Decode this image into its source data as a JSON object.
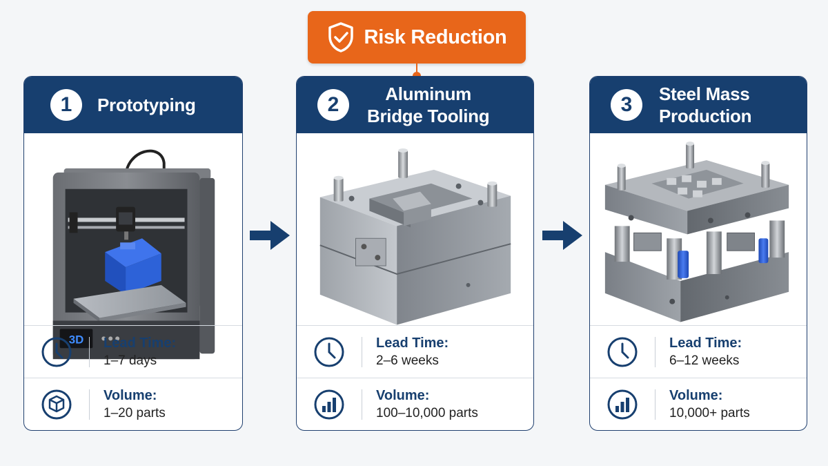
{
  "risk": {
    "label": "Risk Reduction"
  },
  "stages": [
    {
      "number": "1",
      "title_lines": [
        "Prototyping"
      ],
      "lead_label": "Lead Time:",
      "lead_value": "1–7 days",
      "volume_label": "Volume:",
      "volume_value": "1–20 parts",
      "screen_text": "3D",
      "volume_icon": "cube-icon"
    },
    {
      "number": "2",
      "title_lines": [
        "Aluminum",
        "Bridge Tooling"
      ],
      "lead_label": "Lead Time:",
      "lead_value": "2–6 weeks",
      "volume_label": "Volume:",
      "volume_value": "100–10,000 parts",
      "volume_icon": "bar-chart-icon"
    },
    {
      "number": "3",
      "title_lines": [
        "Steel Mass",
        "Production"
      ],
      "lead_label": "Lead Time:",
      "lead_value": "6–12 weeks",
      "volume_label": "Volume:",
      "volume_value": "10,000+ parts",
      "volume_icon": "bar-chart-icon"
    }
  ],
  "colors": {
    "navy": "#173f6f",
    "orange": "#e8661a",
    "blue_part": "#2f62d8",
    "background": "#f4f6f8"
  }
}
